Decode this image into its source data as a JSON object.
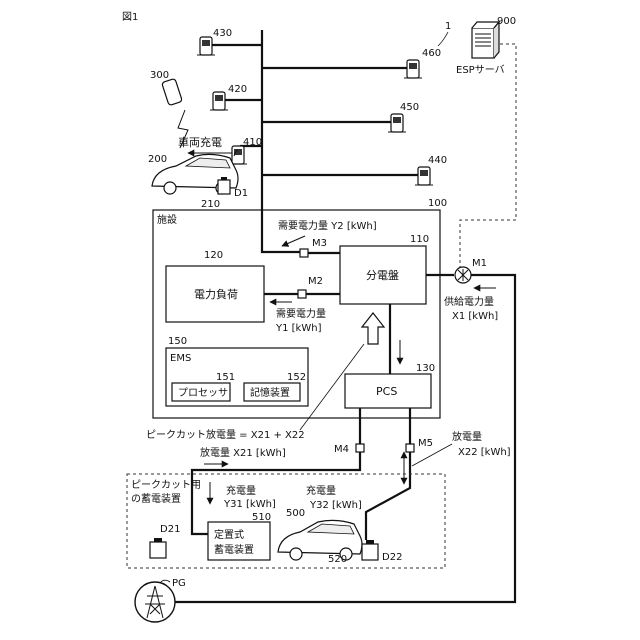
{
  "figure_label": "図1",
  "system_ref": "1",
  "server": {
    "ref": "900",
    "label": "ESPサーバ"
  },
  "chargers": [
    {
      "ref": "430"
    },
    {
      "ref": "460"
    },
    {
      "ref": "420"
    },
    {
      "ref": "450"
    },
    {
      "ref": "410"
    },
    {
      "ref": "440"
    }
  ],
  "phone": {
    "ref": "300"
  },
  "vehicle_charging": "車両充電",
  "car1": {
    "ref": "200",
    "part_ref": "210",
    "data_ref": "D1"
  },
  "facility": {
    "ref": "100",
    "label": "施設",
    "demand_y2": "需要電力量 Y2 [kWh]",
    "meter_m3": "M3",
    "meter_m2": "M2",
    "meter_m1": "M1",
    "distribution_board": {
      "ref": "110",
      "label": "分電盤"
    },
    "power_load": {
      "ref": "120",
      "label": "電力負荷"
    },
    "demand_y1_line1": "需要電力量",
    "demand_y1_line2": "Y1 [kWh]",
    "ems": {
      "ref": "150",
      "label": "EMS"
    },
    "processor": {
      "ref": "151",
      "label": "プロセッサ"
    },
    "storage": {
      "ref": "152",
      "label": "記憶装置"
    },
    "pcs": {
      "ref": "130",
      "label": "PCS"
    }
  },
  "supply_line1": "供給電力量",
  "supply_line2": "X1 [kWh]",
  "peak_cut_discharge": "ピークカット放電量 = X21 + X22",
  "meter_m4": "M4",
  "meter_m5": "M5",
  "discharge_x21": "放電量 X21 [kWh]",
  "discharge_x22_line1": "放電量",
  "discharge_x22_line2": "X22 [kWh]",
  "storage_group": {
    "label_line1": "ピークカット用",
    "label_line2": "の蓄電装置",
    "charge_y31_line1": "充電量",
    "charge_y31_line2": "Y31 [kWh]",
    "charge_y32_line1": "充電量",
    "charge_y32_line2": "Y32 [kWh]",
    "stationary": {
      "ref": "510",
      "label_line1": "定置式",
      "label_line2": "蓄電装置",
      "data_ref": "D21"
    },
    "car2": {
      "ref": "500",
      "part_ref": "520",
      "data_ref": "D22"
    }
  },
  "grid": {
    "label": "PG"
  }
}
